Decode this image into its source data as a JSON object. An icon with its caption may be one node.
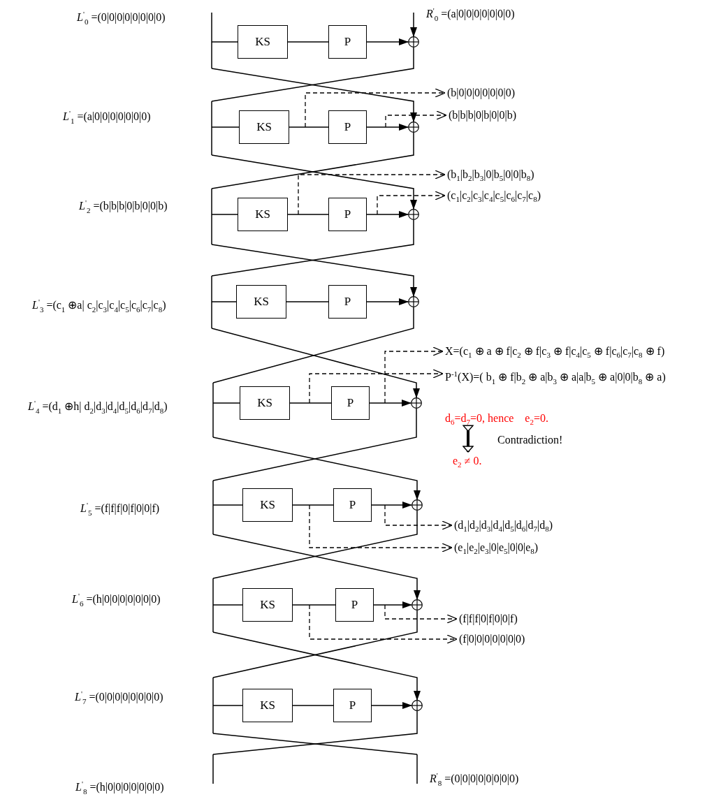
{
  "diagram": {
    "nodes": [
      {
        "text": [
          "KS"
        ]
      },
      {
        "text": [
          "P"
        ]
      },
      {
        "text": [],
        "shape": "circle"
      },
      {
        "text": [
          "KS"
        ]
      },
      {
        "text": [
          "P"
        ]
      },
      {
        "text": [],
        "shape": "circle"
      },
      {
        "text": [
          "KS"
        ]
      },
      {
        "text": [
          "P"
        ]
      },
      {
        "text": [],
        "shape": "circle"
      },
      {
        "text": [
          "KS"
        ]
      },
      {
        "text": [
          "P"
        ]
      },
      {
        "text": [],
        "shape": "circle"
      },
      {
        "text": [
          "KS"
        ]
      },
      {
        "text": [
          "P"
        ]
      },
      {
        "text": [],
        "shape": "circle"
      },
      {
        "text": [
          "KS"
        ]
      },
      {
        "text": [
          "P"
        ]
      },
      {
        "text": [],
        "shape": "circle"
      },
      {
        "text": [
          "KS"
        ]
      },
      {
        "text": [
          "P"
        ]
      },
      {
        "text": [],
        "shape": "circle"
      },
      {
        "text": [
          "KS"
        ]
      },
      {
        "text": [
          "P"
        ]
      },
      {
        "text": [],
        "shape": "circle"
      },
      {
        "text": [
          "(b|0|0|0|0|0|0|0)"
        ]
      },
      {
        "text": [
          "(b|b|b|0|b|0|0|b)"
        ]
      },
      {
        "text": [
          "(b$_{1}$|b$_{2}$|b$_{3}$|0|b$_{5}$|0|0|b$_{8}$)"
        ]
      },
      {
        "text": [
          "(c$_{1}$|c$_{2}$|c$_{3}$|c$_{4}$|c$_{5}$|c$_{6}$|c$_{7}$|c$_{8}$)"
        ]
      },
      {
        "text": [
          "X=(c$_{1}$ ⊕ a ⊕ f|c$_{2}$ ⊕ f|c$_{3}$ ⊕ f|c$_{4}$|c$_{5}$ ⊕ f|c$_{6}$|c$_{7}$|c$_{8}$ ⊕ f)"
        ]
      },
      {
        "text": [
          "P$^{-1}$(X)=( b$_{1}$ ⊕ f|b$_{2}$ ⊕ a|b$_{3}$ ⊕ a|a|b$_{5}$ ⊕ a|0|0|b$_{8}$ ⊕ a)"
        ]
      },
      {
        "text": [
          "d$_{6}$=d$_{7}$=0, hence    e$_{2}$=0."
        ]
      },
      {
        "text": [
          "e$_{2}$ ≠ 0."
        ]
      },
      {
        "text": [
          "(d$_{1}$|d$_{2}$|d$_{3}$|d$_{4}$|d$_{5}$|d$_{6}$|d$_{7}$|d$_{8}$)"
        ]
      },
      {
        "text": [
          "(e$_{1}$|e$_{2}$|e$_{3}$|0|e$_{5}$|0|0|e$_{8}$)"
        ]
      },
      {
        "text": [
          "(f|f|f|0|f|0|0|f)"
        ]
      },
      {
        "text": [
          "(f|0|0|0|0|0|0|0)"
        ]
      }
    ],
    "edges": [
      {
        "from": null,
        "to": 0,
        "arrow": "none"
      },
      {
        "from": 0,
        "to": 1,
        "arrow": "none"
      },
      {
        "from": 1,
        "to": 2,
        "arrow": "to"
      },
      {
        "from": null,
        "to": 2,
        "arrow": "to"
      },
      {
        "from": 2,
        "to": null,
        "arrow": "none"
      },
      {
        "from": null,
        "to": 3,
        "arrow": "none"
      },
      {
        "from": 3,
        "to": 4,
        "arrow": "none"
      },
      {
        "from": 4,
        "to": 5,
        "arrow": "to"
      },
      {
        "from": null,
        "to": 5,
        "arrow": "to"
      },
      {
        "from": 5,
        "to": null,
        "arrow": "none"
      },
      {
        "from": null,
        "to": 6,
        "arrow": "none"
      },
      {
        "from": 6,
        "to": 7,
        "arrow": "none"
      },
      {
        "from": 7,
        "to": 8,
        "arrow": "to"
      },
      {
        "from": null,
        "to": 8,
        "arrow": "to"
      },
      {
        "from": 8,
        "to": null,
        "arrow": "none"
      },
      {
        "from": null,
        "to": 9,
        "arrow": "none"
      },
      {
        "from": 9,
        "to": 10,
        "arrow": "none"
      },
      {
        "from": 10,
        "to": 11,
        "arrow": "to"
      },
      {
        "from": null,
        "to": 11,
        "arrow": "to"
      },
      {
        "from": 11,
        "to": null,
        "arrow": "none"
      },
      {
        "from": null,
        "to": 12,
        "arrow": "none"
      },
      {
        "from": 12,
        "to": 13,
        "arrow": "none"
      },
      {
        "from": 13,
        "to": 14,
        "arrow": "to"
      },
      {
        "from": null,
        "to": 14,
        "arrow": "to"
      },
      {
        "from": 14,
        "to": null,
        "arrow": "none"
      },
      {
        "from": null,
        "to": 15,
        "arrow": "none"
      },
      {
        "from": 15,
        "to": 16,
        "arrow": "none"
      },
      {
        "from": 16,
        "to": 17,
        "arrow": "to"
      },
      {
        "from": null,
        "to": 17,
        "arrow": "to"
      },
      {
        "from": 17,
        "to": null,
        "arrow": "none"
      },
      {
        "from": null,
        "to": 18,
        "arrow": "none"
      },
      {
        "from": 18,
        "to": 19,
        "arrow": "none"
      },
      {
        "from": 19,
        "to": 20,
        "arrow": "to"
      },
      {
        "from": null,
        "to": 20,
        "arrow": "to"
      },
      {
        "from": 20,
        "to": null,
        "arrow": "none"
      },
      {
        "from": null,
        "to": 21,
        "arrow": "none"
      },
      {
        "from": 21,
        "to": 22,
        "arrow": "none"
      },
      {
        "from": 22,
        "to": 23,
        "arrow": "to"
      },
      {
        "from": null,
        "to": 23,
        "arrow": "to"
      },
      {
        "from": 23,
        "to": null,
        "arrow": "none"
      },
      {
        "from": null,
        "to": 24,
        "arrow": "to",
        "style": "dashed"
      },
      {
        "from": null,
        "to": 25,
        "arrow": "to",
        "style": "dashed"
      },
      {
        "from": null,
        "to": 26,
        "arrow": "to",
        "style": "dashed"
      },
      {
        "from": null,
        "to": 27,
        "arrow": "to",
        "style": "dashed"
      },
      {
        "from": null,
        "to": 28,
        "arrow": "to",
        "style": "dashed"
      },
      {
        "from": null,
        "to": 29,
        "arrow": "to",
        "style": "dashed"
      },
      {
        "from": null,
        "to": 32,
        "arrow": "to",
        "style": "dashed"
      },
      {
        "from": null,
        "to": 33,
        "arrow": "to",
        "style": "dashed"
      },
      {
        "from": null,
        "to": 34,
        "arrow": "to",
        "style": "dashed"
      },
      {
        "from": null,
        "to": 35,
        "arrow": "to",
        "style": "dashed"
      },
      {
        "from": 30,
        "to": 31,
        "arrow": "both",
        "style": "thick"
      }
    ],
    "labels": [
      "*L*$^{'}$$_{0}$ =(0|0|0|0|0|0|0|0)",
      "*R*$^{'}$$_{0}$ =(a|0|0|0|0|0|0|0)",
      "*L*$^{'}$$_{1}$ =(a|0|0|0|0|0|0|0)",
      "*L*$^{'}$$_{2}$ =(b|b|b|0|b|0|0|b)",
      "*L*$^{'}$$_{3}$ =(c$_{1}$ ⊕a| c$_{2}$|c$_{3}$|c$_{4}$|c$_{5}$|c$_{6}$|c$_{7}$|c$_{8}$)",
      "*L*$^{'}$$_{4}$ =(d$_{1}$ ⊕h| d$_{2}$|d$_{3}$|d$_{4}$|d$_{5}$|d$_{6}$|d$_{7}$|d$_{8}$)",
      "Contradiction!",
      "*L*$^{'}$$_{5}$ =(f|f|f|0|f|0|0|f)",
      "*L*$^{'}$$_{6}$ =(h|0|0|0|0|0|0|0)",
      "*L*$^{'}$$_{7}$ =(0|0|0|0|0|0|0|0)",
      "*L*$^{'}$$_{8}$ =(h|0|0|0|0|0|0|0)",
      "*R*$^{'}$$_{8}$ =(0|0|0|0|0|0|0|0)"
    ]
  }
}
